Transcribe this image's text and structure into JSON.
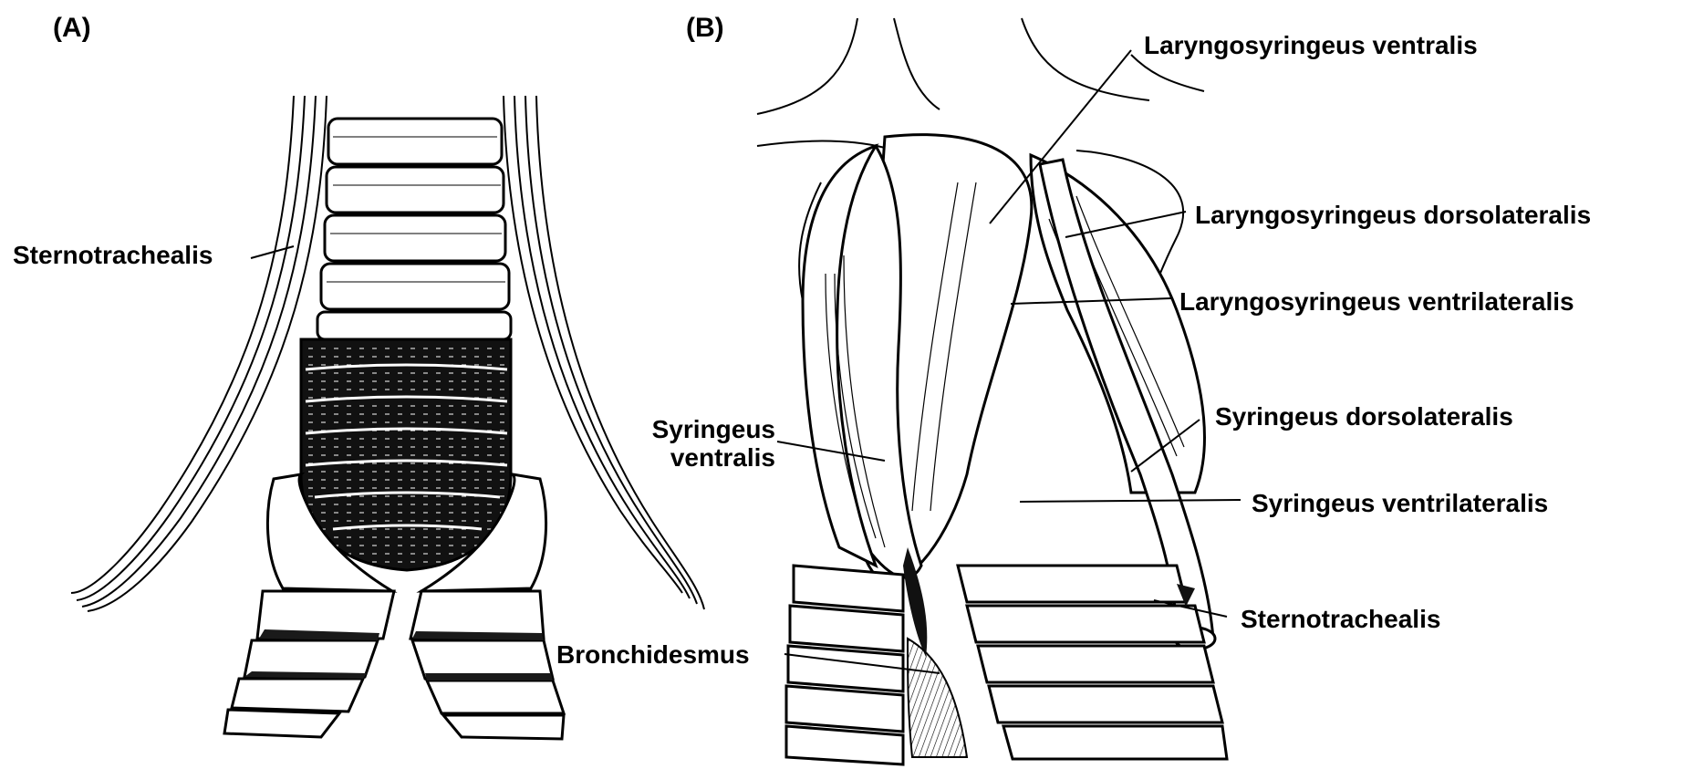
{
  "panels": {
    "a": {
      "letter": "(A)"
    },
    "b": {
      "letter": "(B)"
    }
  },
  "labels": {
    "a_sternotrachealis": "Sternotrachealis",
    "b_laryngosyringeus_ventralis": "Laryngosyringeus ventralis",
    "b_laryngosyringeus_dorsolateralis": "Laryngosyringeus dorsolateralis",
    "b_laryngosyringeus_ventrilateralis": "Laryngosyringeus ventrilateralis",
    "b_syringeus_ventralis_line1": "Syringeus",
    "b_syringeus_ventralis_line2": "ventralis",
    "b_syringeus_dorsolateralis": "Syringeus dorsolateralis",
    "b_syringeus_ventrilateralis": "Syringeus ventrilateralis",
    "b_sternotrachealis": "Sternotrachealis",
    "b_bronchidesmus": "Bronchidesmus"
  },
  "colors": {
    "ink": "#000000",
    "paper": "#ffffff",
    "shade": "#1a1a1a"
  }
}
